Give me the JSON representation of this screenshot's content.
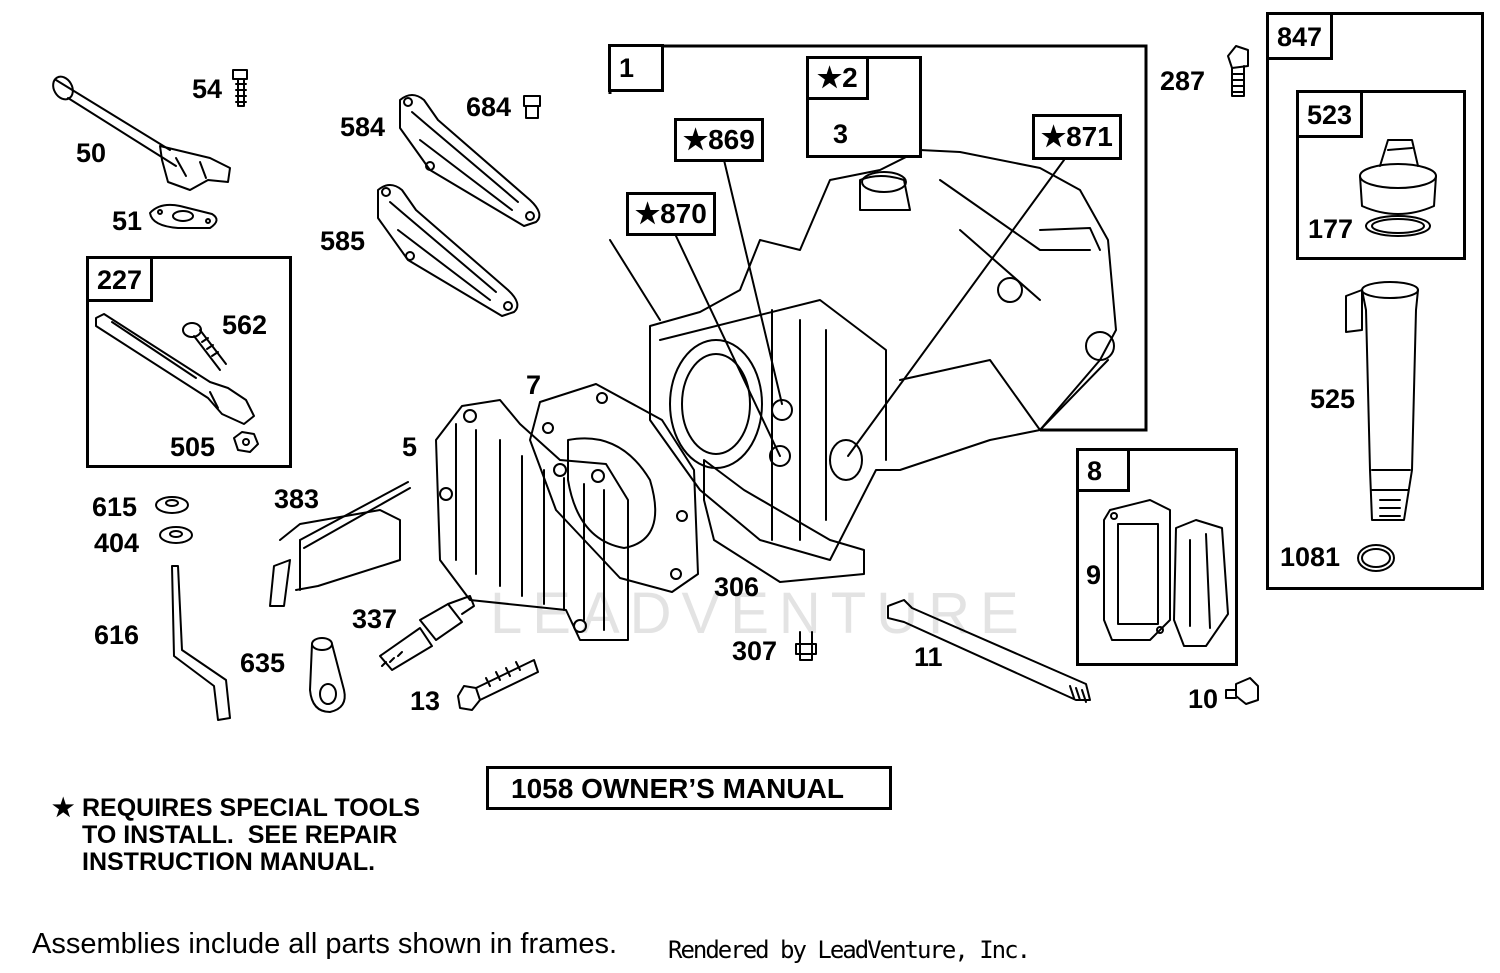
{
  "labels": {
    "p50": "50",
    "p54": "54",
    "p51": "51",
    "p584": "584",
    "p684": "684",
    "p585": "585",
    "p562": "562",
    "p505": "505",
    "p615": "615",
    "p404": "404",
    "p616": "616",
    "p635": "635",
    "p383": "383",
    "p7": "7",
    "p5": "5",
    "p337": "337",
    "p13": "13",
    "p306": "306",
    "p307": "307",
    "p11": "11",
    "p287": "287",
    "p3": "3",
    "p9": "9",
    "p10": "10",
    "p177": "177",
    "p525": "525",
    "p1081": "1081"
  },
  "frames": {
    "f1": "1",
    "f227": "227",
    "f8": "8",
    "f847": "847",
    "f523": "523"
  },
  "special": {
    "s2": "★2",
    "s869": "★869",
    "s870": "★870",
    "s871": "★871"
  },
  "manual": "1058 OWNER’S MANUAL",
  "note": {
    "star": "★",
    "text": "REQUIRES SPECIAL TOOLS\nTO INSTALL.  SEE REPAIR\nINSTRUCTION MANUAL."
  },
  "footer": "Assemblies include all parts shown in frames.",
  "rendered_by": "Rendered by LeadVenture, Inc.",
  "watermark": "LEADVENTURE"
}
